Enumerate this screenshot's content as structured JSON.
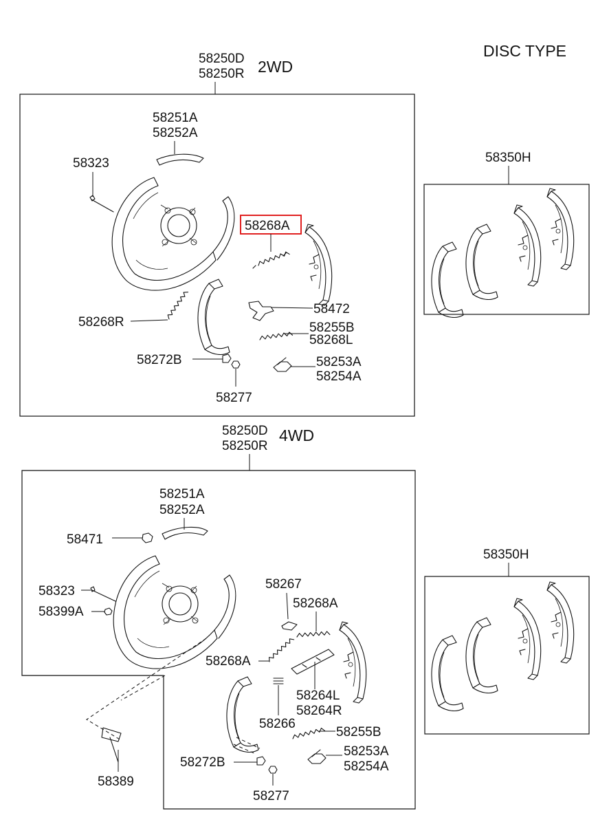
{
  "header": {
    "disc_type": "DISC TYPE"
  },
  "assembly_2wd": {
    "variant": "2WD",
    "assembly_codes": [
      "58250D",
      "58250R"
    ],
    "backing_plate_codes": [
      "58251A",
      "58252A"
    ],
    "pin": "58323",
    "highlighted_spring": "58268A",
    "spring_r": "58268R",
    "lever": "58472",
    "spring_pair": [
      "58255B",
      "58268L"
    ],
    "bolt": "58272B",
    "nut": "58277",
    "adjuster": [
      "58253A",
      "58254A"
    ]
  },
  "assembly_4wd": {
    "variant": "4WD",
    "assembly_codes": [
      "58250D",
      "58250R"
    ],
    "backing_plate_codes": [
      "58251A",
      "58252A"
    ],
    "plug": "58471",
    "pin": "58323",
    "washer": "58399A",
    "cup": "58267",
    "spring_top": "58268A",
    "spring_left": "58268A",
    "strut": [
      "58264L",
      "58264R"
    ],
    "clip": "58266",
    "spring_b": "58255B",
    "bolt": "58272B",
    "nut": "58277",
    "adjuster": [
      "58253A",
      "58254A"
    ],
    "mount_bolt": "58389"
  },
  "shoe_kit_top": {
    "code": "58350H"
  },
  "shoe_kit_bottom": {
    "code": "58350H"
  },
  "colors": {
    "highlight": "#e02020",
    "line": "#111111"
  }
}
